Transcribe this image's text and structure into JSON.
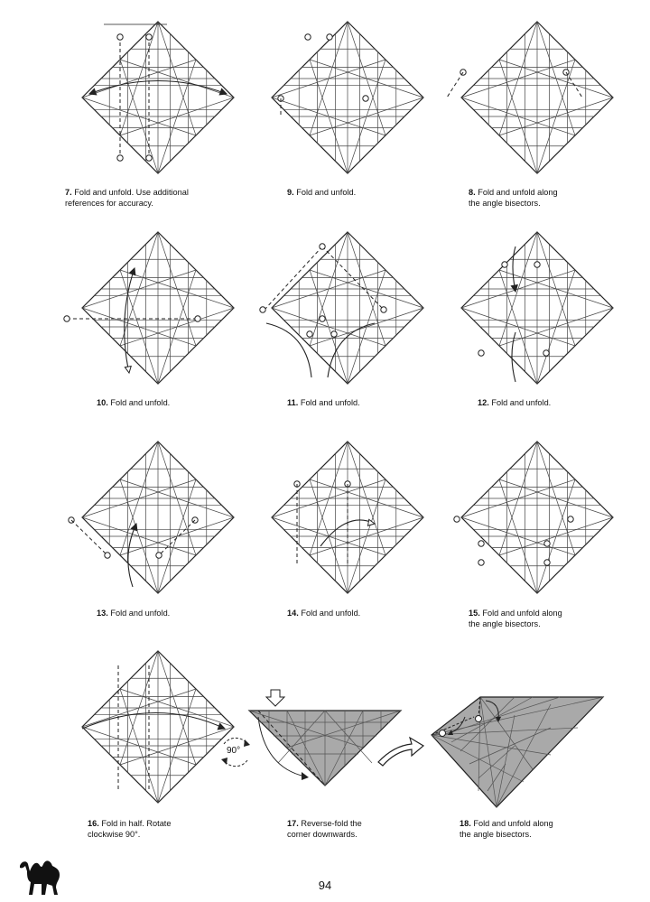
{
  "steps": [
    {
      "num": "7.",
      "lines": [
        "Fold and unfold. Use additional",
        "references for accuracy."
      ]
    },
    {
      "num": "9.",
      "lines": [
        "Fold and unfold."
      ]
    },
    {
      "num": "8.",
      "lines": [
        "Fold and unfold along",
        "the angle bisectors."
      ]
    },
    {
      "num": "10.",
      "lines": [
        "Fold and unfold."
      ]
    },
    {
      "num": "11.",
      "lines": [
        "Fold and unfold."
      ]
    },
    {
      "num": "12.",
      "lines": [
        "Fold and unfold."
      ]
    },
    {
      "num": "13.",
      "lines": [
        "Fold and unfold."
      ]
    },
    {
      "num": "14.",
      "lines": [
        "Fold and unfold."
      ]
    },
    {
      "num": "15.",
      "lines": [
        "Fold and unfold along",
        "the angle bisectors."
      ]
    },
    {
      "num": "16.",
      "lines": [
        "Fold in half. Rotate",
        "clockwise 90°."
      ]
    },
    {
      "num": "17.",
      "lines": [
        "Reverse-fold the",
        "corner downwards."
      ]
    },
    {
      "num": "18.",
      "lines": [
        "Fold and unfold along",
        "the angle bisectors."
      ]
    }
  ],
  "rotation_label": "90°",
  "page_number": "94",
  "colors": {
    "paper": "#ffffff",
    "folded_paper": "#a9a9a9",
    "line": "#222222"
  },
  "icons": {
    "logo": "camel-icon"
  }
}
